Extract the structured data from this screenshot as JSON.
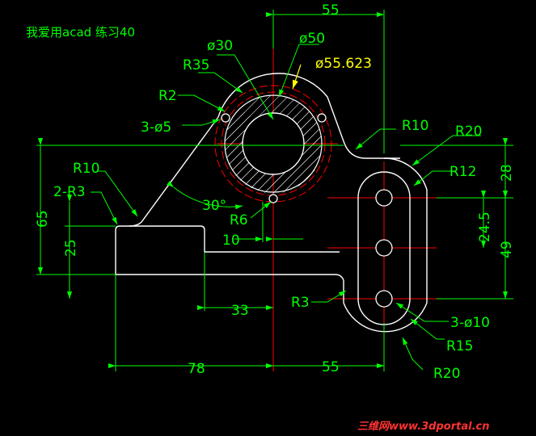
{
  "window": {
    "background": "#000000"
  },
  "drawing": {
    "title": "我爱用acad 练习40",
    "colors": {
      "outline": "#ffffff",
      "dimension": "#00ff00",
      "center_line": "#ff0000",
      "hatch": "#ffffff",
      "leader_arrow": "#ffff00"
    },
    "dimensions": {
      "top_width": "55",
      "bottom_right_width": "55",
      "bottom_left_width": "78",
      "step_width": "33",
      "offset_10": "10",
      "left_height": "65",
      "left_small_height": "25",
      "right_top": "28",
      "right_mid": "24.5",
      "right_total": "49"
    },
    "labels": {
      "dia30": "ø30",
      "dia50": "ø50",
      "dia55": "ø55.623",
      "r35": "R35",
      "r2": "R2",
      "holes_left": "3-ø5",
      "r10_top": "R10",
      "r20_top": "R20",
      "r12": "R12",
      "r10_left": "R10",
      "r3_left": "2-R3",
      "angle30": "30°",
      "r6": "R6",
      "r3_right": "R3",
      "holes_right": "3-ø10",
      "r15": "R15",
      "r20_bottom": "R20"
    },
    "watermark": "三维网www.3dportal.cn"
  }
}
